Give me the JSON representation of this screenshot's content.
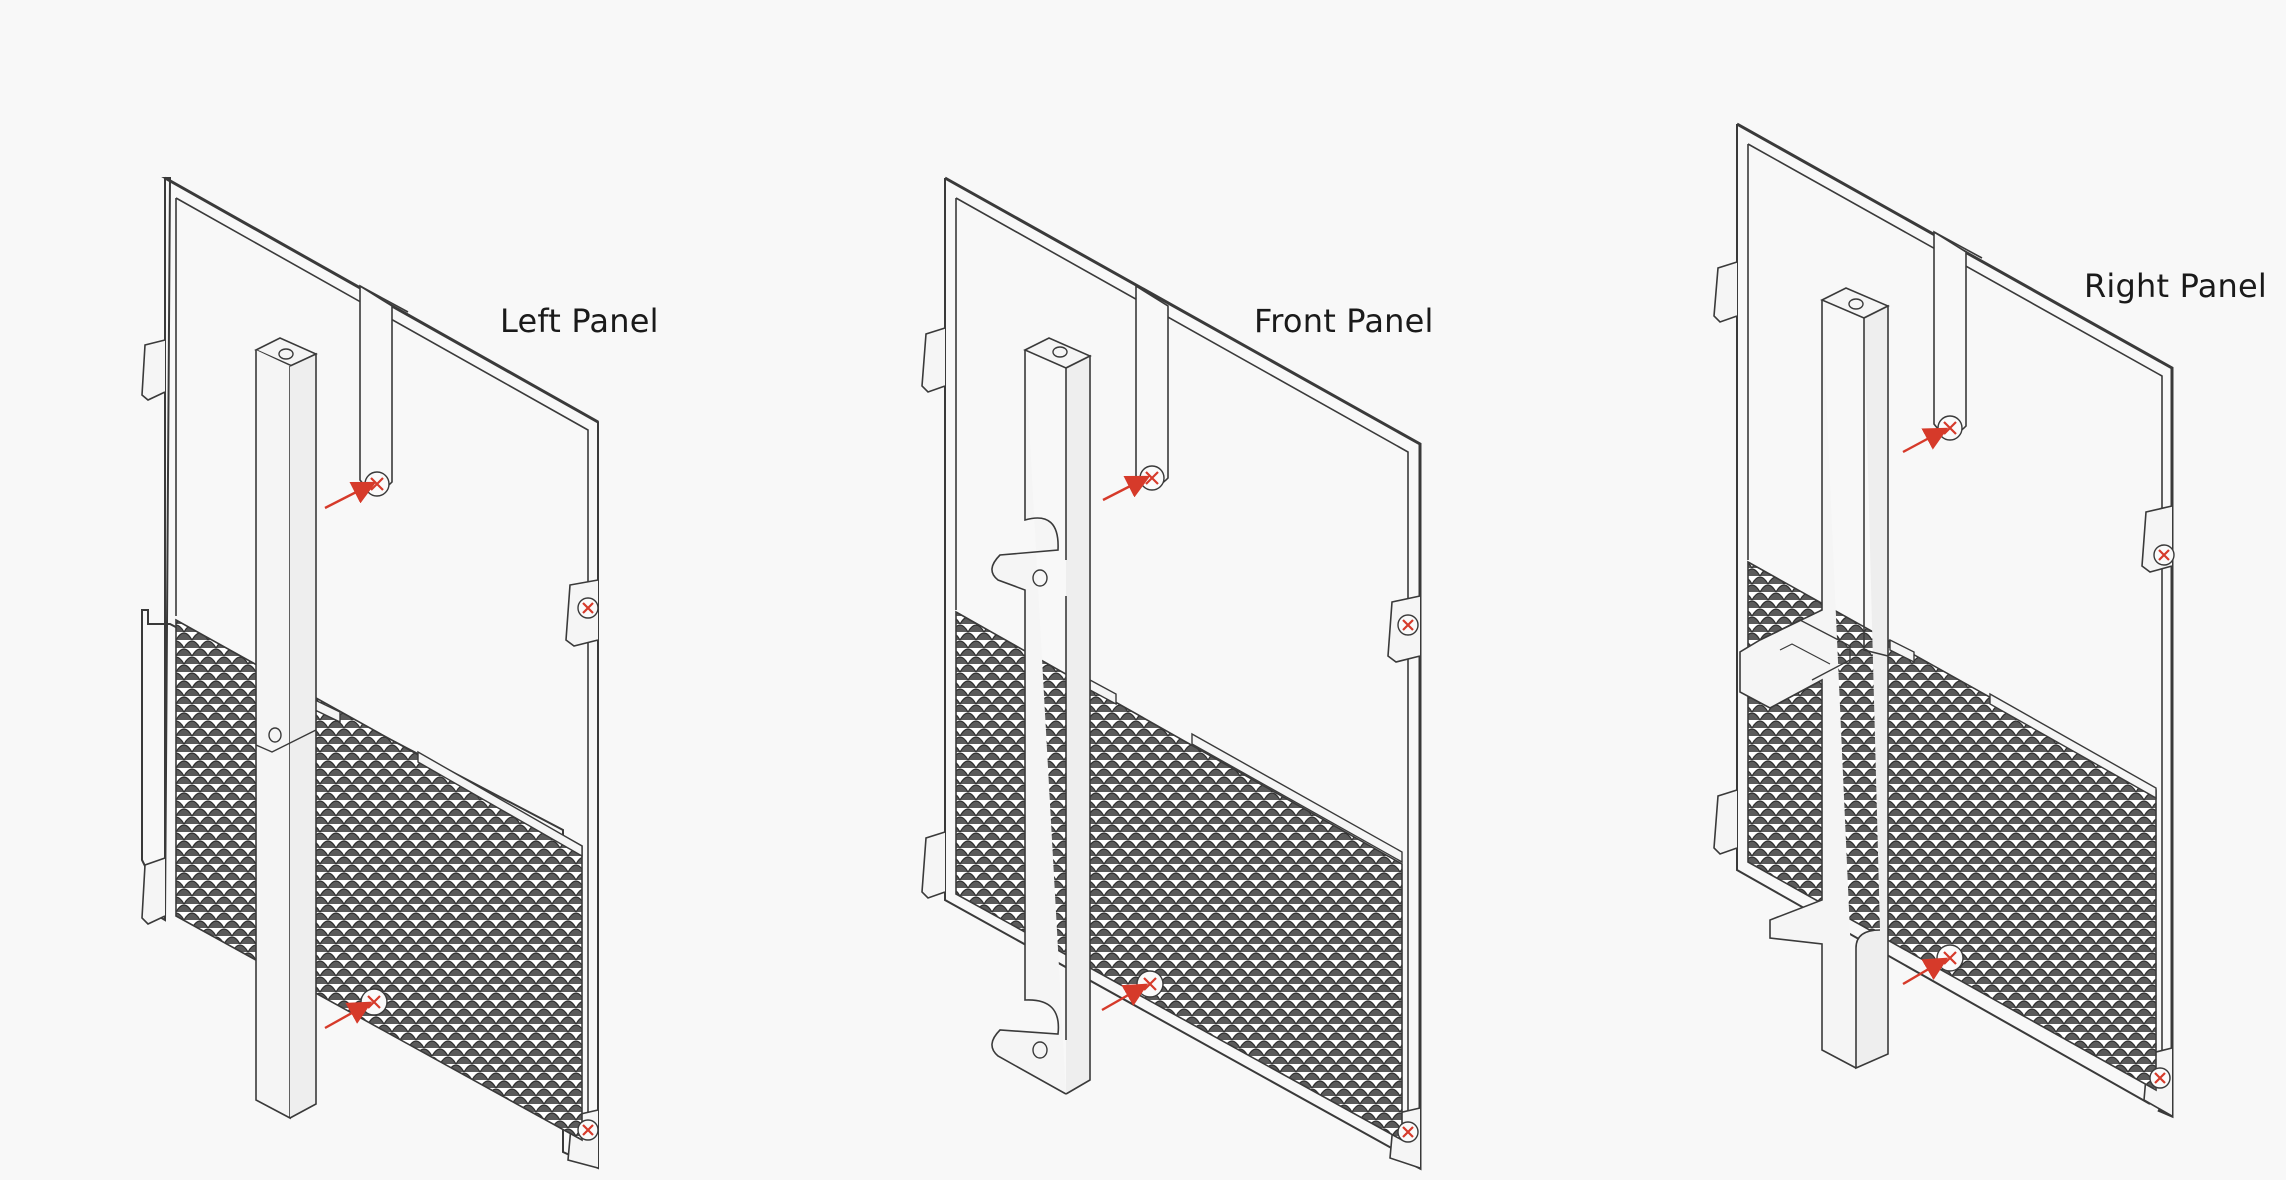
{
  "panels": [
    {
      "id": "left",
      "label": "Left Panel",
      "variant": "straight"
    },
    {
      "id": "front",
      "label": "Front Panel",
      "variant": "notched"
    },
    {
      "id": "right",
      "label": "Right Panel",
      "variant": "bracket"
    }
  ],
  "colors": {
    "background": "#f8f8f8",
    "outline": "#3a3a3a",
    "mesh_dark": "#4a4a4a",
    "screw_marker": "#d63a2a",
    "fill": "#f5f5f5"
  },
  "icons": {
    "screw": "screw-point-icon",
    "arrow": "red-arrow-icon"
  }
}
